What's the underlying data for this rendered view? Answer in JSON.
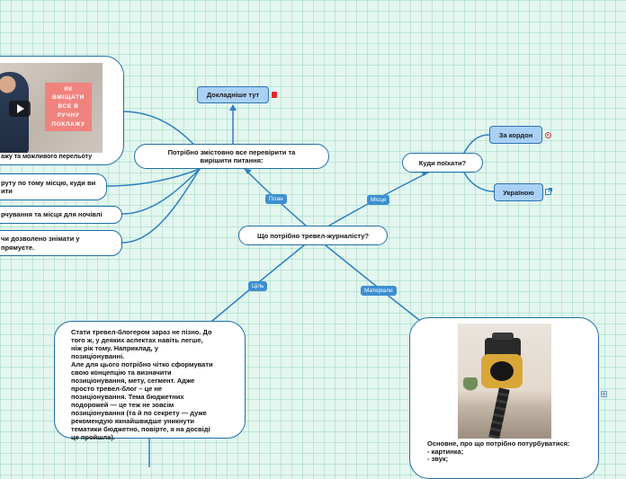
{
  "center": "Що потрібно тревел-журналісту?",
  "branch_labels": {
    "plan": "План",
    "place": "Місце",
    "goal": "Ціль",
    "materials": "Матеріали"
  },
  "plan": {
    "title_lines": [
      "Потрібно змістовно все перевірити та",
      "вирішити питання:"
    ],
    "more_button": "Докладніше тут"
  },
  "left_items": [
    {
      "lines": [
        "ажу та можливого перельоту"
      ]
    },
    {
      "lines": [
        "руту по тому місцю, куди ви",
        "ити"
      ]
    },
    {
      "lines": [
        "рчування та місця для ночівлі"
      ]
    },
    {
      "lines": [
        "чи дозволено знімати у",
        "прямуєте."
      ]
    }
  ],
  "video": {
    "sign_lines": [
      "ЯК",
      "ВМІЩАТИ",
      "ВСЕ В",
      "РУЧНУ",
      "ПОКЛАЖУ"
    ]
  },
  "where": {
    "title": "Куди поїхати?",
    "options": [
      "За кордон",
      "Україною"
    ]
  },
  "goal": {
    "lines": [
      "Стати тревел-блогером зараз не пізно. До",
      "того ж, у деяких аспектах навіть легше,",
      "ніж рік тому. Наприклад, у",
      "позиціонуванні.",
      "Але для цього потрібно чітко сформувати",
      "свою концепцію та визначити",
      "позиціонування, мету, сегмент. Адже",
      "просто тревел-блог – це не",
      "позиціонування. Тема бюджетних",
      "подорожей — це теж не зовсім",
      "позиціонування (та й по секрету — дуже",
      "рекомендую якнайшвидше уникнути",
      "тематики бюджетно, повірте, я на досвіді",
      "це пройшла)."
    ]
  },
  "materials": {
    "lines": [
      "Основне, про що потрібно потурбуватися:",
      "- картинка;",
      "- звук;"
    ]
  },
  "colors": {
    "border": "#1f6fa8",
    "link": "#2f7fc1",
    "pill": "#a9d1f5",
    "tag": "#3d8fd1",
    "background": "#e3f6ef"
  },
  "icons": [
    "red-note-icon",
    "target-icon",
    "external-link-icon",
    "play-icon",
    "side-marker-icon"
  ]
}
